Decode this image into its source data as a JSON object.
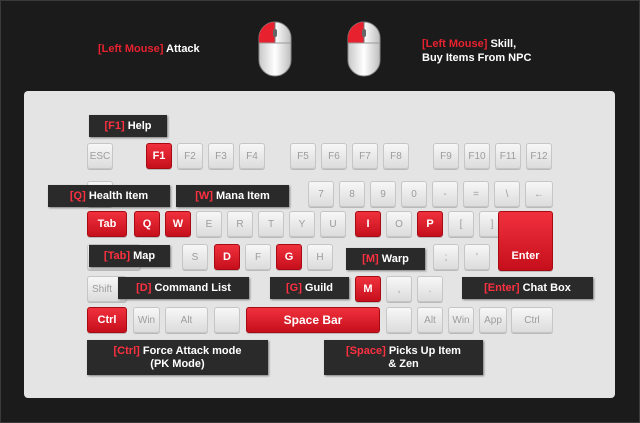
{
  "header": {
    "left": {
      "key": "[Left Mouse]",
      "text": "Attack"
    },
    "right": {
      "key": "[Left Mouse]",
      "text": "Skill,",
      "line2": "Buy Items From NPC"
    }
  },
  "mouse_icons": [
    "mouse-left-click-icon",
    "mouse-left-click-icon"
  ],
  "colors": {
    "accent": "#e8212f",
    "panel": "#e4e4e4",
    "background": "#1b1b1b",
    "label": "#2a2a2a"
  },
  "keys": {
    "esc": "ESC",
    "f1": "F1",
    "f2": "F2",
    "f3": "F3",
    "f4": "F4",
    "f5": "F5",
    "f6": "F6",
    "f7": "F7",
    "f8": "F8",
    "f9": "F9",
    "f10": "F10",
    "f11": "F11",
    "f12": "F12",
    "n7": "7",
    "n8": "8",
    "n9": "9",
    "n0": "0",
    "minus": "-",
    "equal": "=",
    "backslash": "\\",
    "backspace": "←",
    "tab": "Tab",
    "q": "Q",
    "w": "W",
    "e": "E",
    "r": "R",
    "t": "T",
    "y": "Y",
    "u": "U",
    "i": "I",
    "o": "O",
    "p": "P",
    "lbracket": "[",
    "rbracket": "]",
    "enter": "Enter",
    "s": "S",
    "d": "D",
    "f": "F",
    "g": "G",
    "h": "H",
    "semicolon": ";",
    "quote": "'",
    "shift": "Shift",
    "m": "M",
    "comma": ",",
    "period": ".",
    "ctrl_l": "Ctrl",
    "win_l": "Win",
    "alt_l": "Alt",
    "space": "Space Bar",
    "alt_r": "Alt",
    "win_r": "Win",
    "app": "App",
    "ctrl_r": "Ctrl"
  },
  "labels": {
    "f1": {
      "key": "[F1]",
      "text": "Help"
    },
    "q": {
      "key": "[Q]",
      "text": "Health Item"
    },
    "w": {
      "key": "[W]",
      "text": "Mana Item"
    },
    "tab": {
      "key": "[Tab]",
      "text": "Map"
    },
    "m": {
      "key": "[M]",
      "text": "Warp"
    },
    "d": {
      "key": "[D]",
      "text": "Command List"
    },
    "g": {
      "key": "[G]",
      "text": "Guild"
    },
    "enter": {
      "key": "[Enter]",
      "text": "Chat Box"
    },
    "ctrl": {
      "key": "[Ctrl]",
      "text": "Force Attack mode",
      "line2": "(PK Mode)"
    },
    "space": {
      "key": "[Space]",
      "text": "Picks Up Item",
      "line2": "& Zen"
    }
  }
}
